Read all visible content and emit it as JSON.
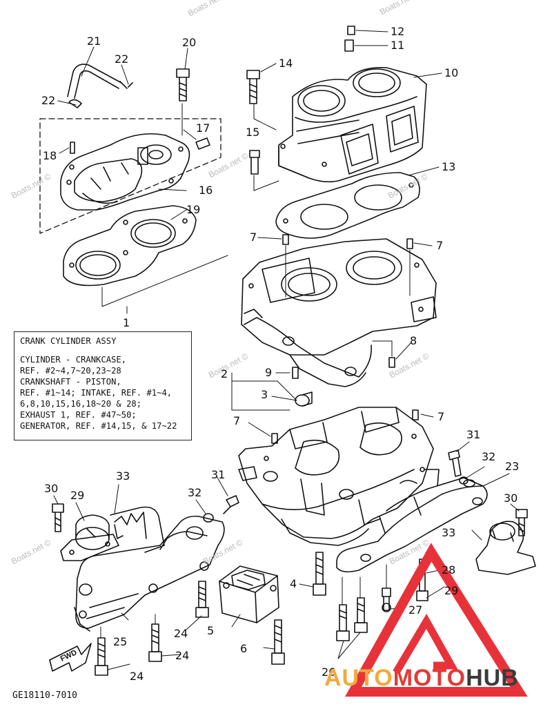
{
  "info_box": {
    "title": "CRANK CYLINDER ASSY",
    "lines": [
      "CYLINDER - CRANKCASE,",
      "REF. #2~4,7~20,23~28",
      "CRANKSHAFT - PISTON,",
      "REF. #1~14; INTAKE, REF. #1~4,",
      "6,8,10,15,16,18~20 & 28;",
      "EXHAUST 1, REF. #47~50;",
      "GENERATOR, REF. #14,15, & 17~22"
    ]
  },
  "diagram_code": "GE18110-7010",
  "fwd_label": "FWD",
  "watermark": "Boats.net ©",
  "brand": {
    "part1": "AUTO",
    "part2": "MOTO",
    "part3": "HUB"
  },
  "callouts": {
    "c1": "1",
    "c2": "2",
    "c3": "3",
    "c4": "4",
    "c5": "5",
    "c6": "6",
    "c7a": "7",
    "c7b": "7",
    "c7c": "7",
    "c7d": "7",
    "c8": "8",
    "c9": "9",
    "c10": "10",
    "c11": "11",
    "c12": "12",
    "c13": "13",
    "c14": "14",
    "c15": "15",
    "c16": "16",
    "c17": "17",
    "c18": "18",
    "c19": "19",
    "c20": "20",
    "c21": "21",
    "c22a": "22",
    "c22b": "22",
    "c23": "23",
    "c24a": "24",
    "c24b": "24",
    "c24c": "24",
    "c25": "25",
    "c26": "26",
    "c27": "27",
    "c28": "28",
    "c29a": "29",
    "c29b": "29",
    "c30a": "30",
    "c30b": "30",
    "c31a": "31",
    "c31b": "31",
    "c32a": "32",
    "c32b": "32",
    "c33a": "33",
    "c33b": "33"
  },
  "colors": {
    "line": "#111111",
    "brand_orange": "#f2a93b",
    "brand_red": "#e23a36",
    "logo_red": "#e8323a",
    "watermark": "#b9b9b9"
  }
}
